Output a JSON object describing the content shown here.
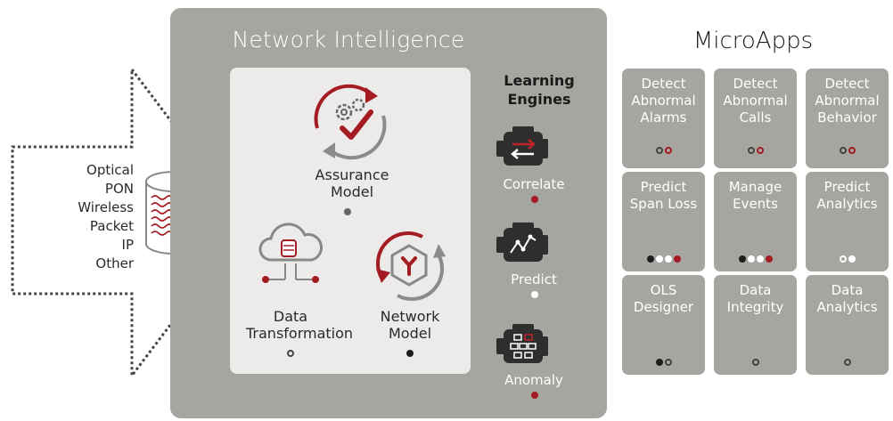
{
  "network_intelligence": {
    "title": "Network Intelligence",
    "models": {
      "assurance": [
        "Assurance",
        "Model"
      ],
      "transformation": [
        "Data",
        "Transformation"
      ],
      "network": [
        "Network",
        "Model"
      ]
    },
    "learning_engines": {
      "title": [
        "Learning",
        "Engines"
      ],
      "engines": [
        "Correlate",
        "Predict",
        "Anomaly"
      ]
    }
  },
  "data_sources": [
    "Optical",
    "PON",
    "Wireless",
    "Packet",
    "IP",
    "Other"
  ],
  "microapps": {
    "title": "MicroApps",
    "tiles": [
      {
        "label": [
          "Detect",
          "Abnormal",
          "Alarms"
        ],
        "dots": [
          "hollow-dark",
          "hollow-red"
        ]
      },
      {
        "label": [
          "Detect",
          "Abnormal",
          "Calls"
        ],
        "dots": [
          "hollow-dark",
          "hollow-red"
        ]
      },
      {
        "label": [
          "Detect",
          "Abnormal",
          "Behavior"
        ],
        "dots": [
          "hollow-dark",
          "hollow-red"
        ]
      },
      {
        "label": [
          "Predict",
          "Span Loss"
        ],
        "dots": [
          "dark",
          "white",
          "white",
          "red"
        ]
      },
      {
        "label": [
          "Manage",
          "Events"
        ],
        "dots": [
          "dark",
          "white",
          "white",
          "red"
        ]
      },
      {
        "label": [
          "Predict",
          "Analytics"
        ],
        "dots": [
          "hollow-white",
          "white"
        ]
      },
      {
        "label": [
          "OLS",
          "Designer"
        ],
        "dots": [
          "dark",
          "hollow-dark"
        ]
      },
      {
        "label": [
          "Data",
          "Integrity"
        ],
        "dots": [
          "hollow-dark"
        ]
      },
      {
        "label": [
          "Data",
          "Analytics"
        ],
        "dots": [
          "hollow-dark"
        ]
      }
    ]
  },
  "colors": {
    "panel_gray": "#a6a5a0",
    "inner_panel": "#ecebea",
    "accent_red": "#a41c22",
    "dark": "#1e1e1e"
  }
}
